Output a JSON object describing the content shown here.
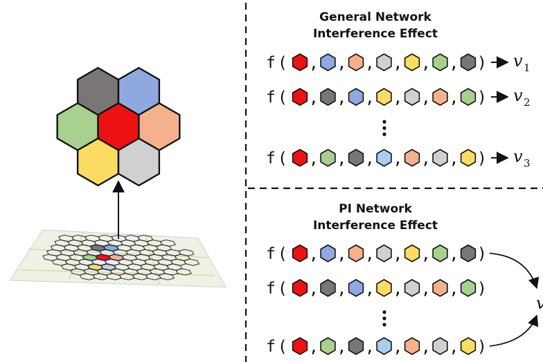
{
  "palette": {
    "red": "#ee1111",
    "blue": "#8fa9e0",
    "orange": "#f5b08d",
    "gray": "#d0d0d0",
    "yellow": "#fbdc62",
    "green": "#a8d08f",
    "darkgray": "#7a7576",
    "lightblue": "#a9cdf0"
  },
  "left_panel": {
    "map_icon": "hex-grid-map",
    "cluster_hexagons": [
      "darkgray",
      "blue",
      "green",
      "red",
      "orange",
      "yellow",
      "gray"
    ]
  },
  "general": {
    "title_line1": "General Network",
    "title_line2": "Interference Effect",
    "rows": [
      {
        "func": "f",
        "hexes": [
          "red",
          "blue",
          "orange",
          "gray",
          "yellow",
          "green",
          "darkgray"
        ],
        "output_var": "v",
        "output_sub": "1"
      },
      {
        "func": "f",
        "hexes": [
          "red",
          "darkgray",
          "blue",
          "yellow",
          "gray",
          "orange",
          "green"
        ],
        "output_var": "v",
        "output_sub": "2"
      },
      {
        "func": "f",
        "hexes": [
          "red",
          "green",
          "darkgray",
          "lightblue",
          "orange",
          "gray",
          "yellow"
        ],
        "output_var": "v",
        "output_sub": "3"
      }
    ]
  },
  "pi": {
    "title_line1": "PI Network",
    "title_line2": "Interference Effect",
    "rows": [
      {
        "func": "f",
        "hexes": [
          "red",
          "blue",
          "orange",
          "gray",
          "yellow",
          "green",
          "darkgray"
        ]
      },
      {
        "func": "f",
        "hexes": [
          "red",
          "darkgray",
          "blue",
          "yellow",
          "gray",
          "orange",
          "green"
        ]
      },
      {
        "func": "f",
        "hexes": [
          "red",
          "green",
          "darkgray",
          "lightblue",
          "orange",
          "gray",
          "yellow"
        ]
      }
    ],
    "output_var": "v"
  }
}
